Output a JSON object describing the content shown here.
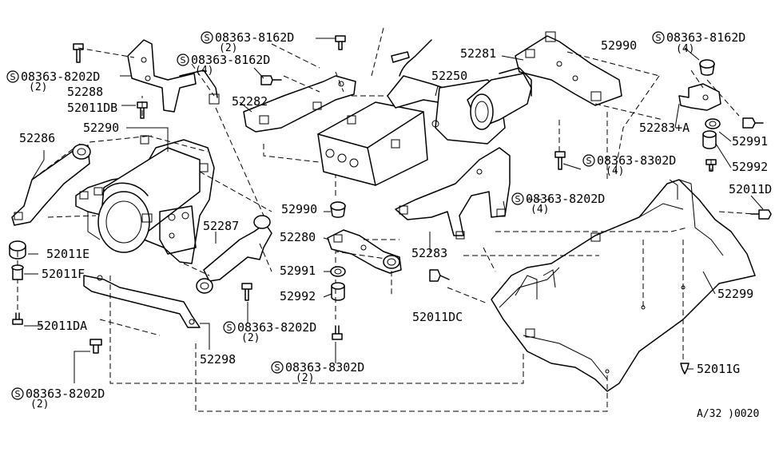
{
  "diagram": {
    "labels": {
      "p52288": "52288",
      "p52011DB": "52011DB",
      "p52286": "52286",
      "p52290": "52290",
      "p52011E": "52011E",
      "p52011F": "52011F",
      "p52011DA": "52011DA",
      "p52287": "52287",
      "p52298": "52298",
      "p52282": "52282",
      "p52250": "52250",
      "p52281": "52281",
      "p52990a": "52990",
      "p52990b": "52990",
      "p52280": "52280",
      "p52991a": "52991",
      "p52992a": "52992",
      "p52283": "52283",
      "p52011DC": "52011DC",
      "p52283A": "52283+A",
      "p52991b": "52991",
      "p52992b": "52992",
      "p52011D": "52011D",
      "p52299": "52299",
      "p52011G": "52011G"
    },
    "symbol_glyph": "S",
    "bolts": {
      "b1": {
        "code": "08363-8202D",
        "qty": "(2)"
      },
      "b2": {
        "code": "08363-8162D",
        "qty": "(2)"
      },
      "b3": {
        "code": "08363-8162D",
        "qty": "(4)"
      },
      "b4": {
        "code": "08363-8162D",
        "qty": "(4)"
      },
      "b5": {
        "code": "08363-8302D",
        "qty": "(4)"
      },
      "b6": {
        "code": "08363-8202D",
        "qty": "(4)"
      },
      "b7": {
        "code": "08363-8202D",
        "qty": "(2)"
      },
      "b8": {
        "code": "08363-8302D",
        "qty": "(2)"
      },
      "b9": {
        "code": "08363-8202D",
        "qty": "(2)"
      }
    },
    "drawing_code": "A/32 )0020"
  }
}
